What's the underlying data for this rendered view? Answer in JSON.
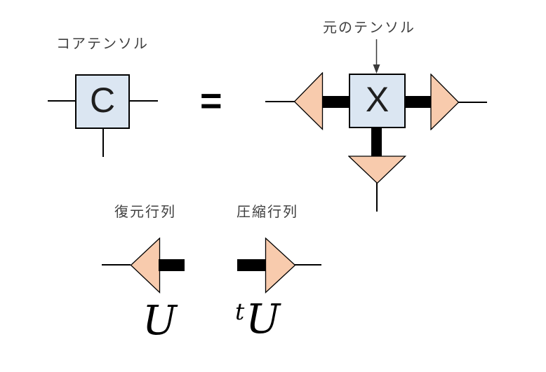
{
  "colors": {
    "bg": "#ffffff",
    "node-fill": "#dbe6f2",
    "node-border": "#000000",
    "triangle-fill": "#f8cbad",
    "triangle-border": "#000000",
    "bar": "#000000",
    "line": "#000000",
    "label-text": "#3f3f3f",
    "symbol-text": "#1f1f1f",
    "arrow": "#3a3a3a"
  },
  "equation": {
    "equals_sign": "="
  },
  "core_tensor": {
    "label": "コアテンソル",
    "symbol": "C"
  },
  "original_tensor": {
    "label": "元のテンソル",
    "symbol": "X"
  },
  "matrices": {
    "restore": {
      "label": "復元行列",
      "symbol": "U"
    },
    "compress": {
      "label": "圧縮行列",
      "symbol_sup": "t",
      "symbol": "U"
    }
  }
}
